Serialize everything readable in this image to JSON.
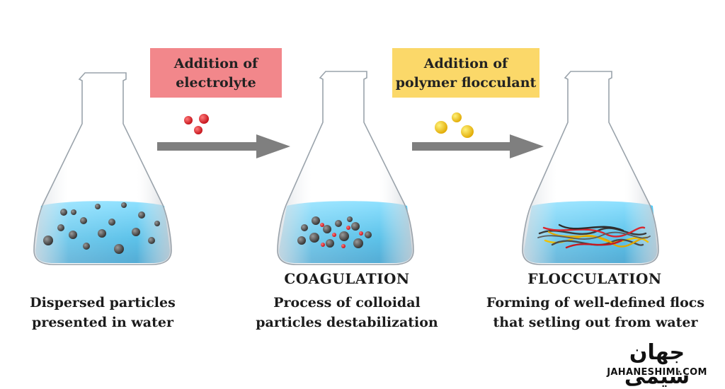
{
  "steps": [
    {
      "box_lines": [
        "Addition of",
        "electrolyte"
      ],
      "box_color": "#f2878b"
    },
    {
      "box_lines": [
        "Addition of",
        "polymer flocculant"
      ],
      "box_color": "#fbd869"
    }
  ],
  "stages": [
    {
      "title": "",
      "desc_lines": [
        "Dispersed particles",
        "presented in water"
      ]
    },
    {
      "title": "COAGULATION",
      "desc_lines": [
        "Process of colloidal",
        "particles destabilization"
      ]
    },
    {
      "title": "FLOCCULATION",
      "desc_lines": [
        "Forming of well-defined flocs",
        "that setling out from water"
      ]
    }
  ],
  "logo": {
    "text_fa": "جهان شیمی",
    "text_en": "JAHANESHIMI.COM"
  },
  "colors": {
    "water": "#1fb3e8",
    "particle": "#4a4a4a",
    "electrolyte": "#e8212b",
    "flocculant": "#f5c400",
    "arrow": "#808080"
  }
}
